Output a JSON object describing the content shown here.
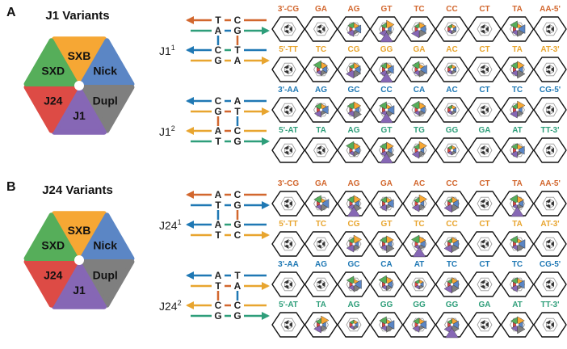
{
  "colors": {
    "orange": "#D2672E",
    "gold": "#E8A52F",
    "teal": "#2E9E7A",
    "blue": "#1F78B4",
    "black": "#222222",
    "variant_colors": {
      "SXB": "#F6A734",
      "Nick": "#5B86C5",
      "Dupl": "#7F7F7F",
      "J1": "#8667B5",
      "J24": "#DD4B45",
      "SXD": "#56AE5A"
    }
  },
  "panels": [
    {
      "letter": "A",
      "title": "J1 Variants",
      "legend": [
        {
          "name": "SXB"
        },
        {
          "name": "Nick"
        },
        {
          "name": "Dupl"
        },
        {
          "name": "J1"
        },
        {
          "name": "J24"
        },
        {
          "name": "SXD"
        }
      ],
      "groups": [
        {
          "label_base": "J1",
          "label_sup": "1",
          "junction": {
            "rows": [
              {
                "left": "T",
                "right": "C",
                "arrow": "left",
                "color": "orange",
                "rung": "orange"
              },
              {
                "left": "A",
                "right": "G",
                "arrow": "right",
                "color": "teal",
                "rung": "blue"
              },
              {
                "left": "C",
                "right": "T",
                "arrow": "left",
                "color": "blue",
                "rung": "teal"
              },
              {
                "left": "G",
                "right": "A",
                "arrow": "right",
                "color": "gold",
                "rung": "gold"
              }
            ]
          },
          "strands": [
            {
              "color": "orange",
              "labels": [
                "3'-CG",
                "GA",
                "AG",
                "GT",
                "TC",
                "CC",
                "CT",
                "TA",
                "AA-5'"
              ]
            },
            {
              "color": "gold",
              "labels": [
                "5'-TT",
                "TC",
                "CG",
                "GG",
                "GA",
                "AC",
                "CT",
                "TA",
                "AT-3'"
              ]
            }
          ]
        },
        {
          "label_base": "J1",
          "label_sup": "2",
          "junction": {
            "rows": [
              {
                "left": "C",
                "right": "A",
                "arrow": "left",
                "color": "blue",
                "rung": "blue"
              },
              {
                "left": "G",
                "right": "T",
                "arrow": "right",
                "color": "gold",
                "rung": "orange"
              },
              {
                "left": "A",
                "right": "C",
                "arrow": "left",
                "color": "gold",
                "rung": "orange"
              },
              {
                "left": "T",
                "right": "G",
                "arrow": "right",
                "color": "teal",
                "rung": "teal"
              }
            ]
          },
          "strands": [
            {
              "color": "blue",
              "labels": [
                "3'-AA",
                "AG",
                "GC",
                "CC",
                "CA",
                "AC",
                "CT",
                "TC",
                "CG-5'"
              ]
            },
            {
              "color": "teal",
              "labels": [
                "5'-AT",
                "TA",
                "AG",
                "GT",
                "TG",
                "GG",
                "GA",
                "AT",
                "TT-3'"
              ]
            }
          ]
        }
      ]
    },
    {
      "letter": "B",
      "title": "J24 Variants",
      "legend": [
        {
          "name": "SXB"
        },
        {
          "name": "Nick"
        },
        {
          "name": "Dupl"
        },
        {
          "name": "J1"
        },
        {
          "name": "J24"
        },
        {
          "name": "SXD"
        }
      ],
      "groups": [
        {
          "label_base": "J24",
          "label_sup": "1",
          "junction": {
            "rows": [
              {
                "left": "A",
                "right": "C",
                "arrow": "left",
                "color": "orange",
                "rung": "orange"
              },
              {
                "left": "T",
                "right": "G",
                "arrow": "right",
                "color": "blue",
                "rung": "blue"
              },
              {
                "left": "A",
                "right": "G",
                "arrow": "left",
                "color": "blue",
                "rung": "teal"
              },
              {
                "left": "T",
                "right": "C",
                "arrow": "right",
                "color": "gold",
                "rung": "gold"
              }
            ]
          },
          "strands": [
            {
              "color": "orange",
              "labels": [
                "3'-CG",
                "GA",
                "AG",
                "GA",
                "AC",
                "CC",
                "CT",
                "TA",
                "AA-5'"
              ]
            },
            {
              "color": "gold",
              "labels": [
                "5'-TT",
                "TC",
                "CG",
                "GT",
                "TC",
                "CC",
                "CT",
                "TA",
                "AT-3'"
              ]
            }
          ]
        },
        {
          "label_base": "J24",
          "label_sup": "2",
          "junction": {
            "rows": [
              {
                "left": "A",
                "right": "T",
                "arrow": "left",
                "color": "blue",
                "rung": "blue"
              },
              {
                "left": "T",
                "right": "A",
                "arrow": "right",
                "color": "gold",
                "rung": "orange"
              },
              {
                "left": "C",
                "right": "C",
                "arrow": "left",
                "color": "gold",
                "rung": "orange"
              },
              {
                "left": "G",
                "right": "G",
                "arrow": "right",
                "color": "teal",
                "rung": "teal"
              }
            ]
          },
          "strands": [
            {
              "color": "blue",
              "labels": [
                "3'-AA",
                "AG",
                "GC",
                "CA",
                "AT",
                "TC",
                "CT",
                "TC",
                "CG-5'"
              ]
            },
            {
              "color": "teal",
              "labels": [
                "5'-AT",
                "TA",
                "AG",
                "GG",
                "GG",
                "GG",
                "GA",
                "AT",
                "TT-3'"
              ]
            }
          ]
        }
      ]
    }
  ]
}
